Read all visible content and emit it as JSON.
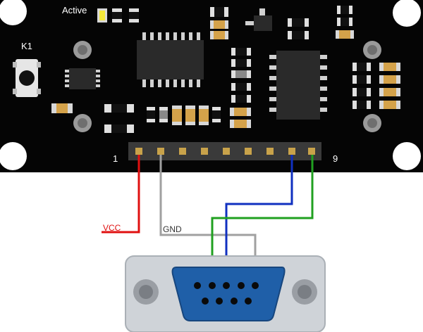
{
  "board": {
    "active_label": "Active",
    "button_label": "K1",
    "pin_first": "1",
    "pin_last": "9"
  },
  "wires": {
    "vcc_label": "VCC",
    "gnd_label": "GND"
  },
  "colors": {
    "board": "#050505",
    "vcc_wire": "#e01010",
    "gnd_wire": "#a0a0a0",
    "blue_wire": "#1030c0",
    "green_wire": "#20a020",
    "connector_body": "#1f5fa8",
    "connector_shell": "#cfd3d8"
  },
  "icons": {
    "mount_holes": "circle-hole-icon",
    "screws": "screw-icon"
  }
}
